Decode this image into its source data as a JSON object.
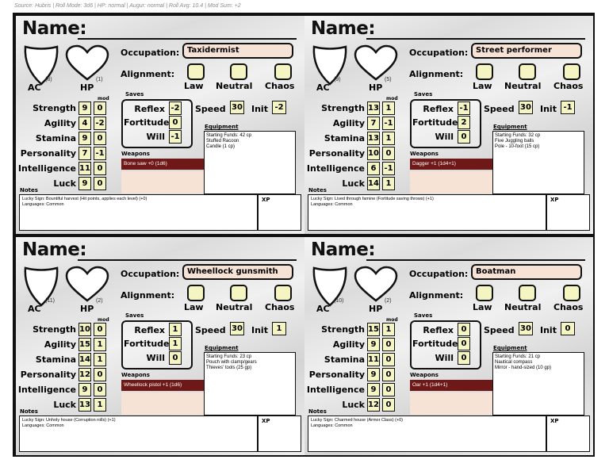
{
  "source_line": "Source: Hubris | Roll Mode: 3d6 | HP: normal | Augur: normal | Roll Avg: 10.4 | Mod Sum: +2",
  "labels": {
    "name": "Name:",
    "ac": "AC",
    "hp": "HP",
    "occupation": "Occupation:",
    "alignment": "Alignment:",
    "law": "Law",
    "neutral": "Neutral",
    "chaos": "Chaos",
    "saves": "Saves",
    "mod": "mod",
    "strength": "Strength",
    "agility": "Agility",
    "stamina": "Stamina",
    "personality": "Personality",
    "intelligence": "Intelligence",
    "luck": "Luck",
    "reflex": "Reflex",
    "fortitude": "Fortitude",
    "will": "Will",
    "speed": "Speed",
    "init": "Init",
    "equipment": "Equipment",
    "weapons": "Weapons",
    "notes": "Notes",
    "xp": "XP"
  },
  "cards": [
    {
      "ac": "(8)",
      "hp": "(1)",
      "occupation": "Taxidermist",
      "stats": {
        "strength": [
          "9",
          "0"
        ],
        "agility": [
          "4",
          "-2"
        ],
        "stamina": [
          "9",
          "0"
        ],
        "personality": [
          "7",
          "-1"
        ],
        "intelligence": [
          "11",
          "0"
        ],
        "luck": [
          "9",
          "0"
        ]
      },
      "saves": {
        "reflex": "-2",
        "fortitude": "0",
        "will": "-1"
      },
      "speed": "30",
      "init": "-2",
      "equipment": [
        "Starting Funds: 42 cp",
        "Stuffed Racoon",
        "Candle (1 cp)"
      ],
      "weapon": "Bone saw  +0 (1d6)",
      "notes": [
        "Lucky Sign: Bountiful harvest (Hit points, applies each level) (+0)",
        "Languages: Common"
      ]
    },
    {
      "ac": "(9)",
      "hp": "(5)",
      "occupation": "Street performer",
      "stats": {
        "strength": [
          "13",
          "1"
        ],
        "agility": [
          "7",
          "-1"
        ],
        "stamina": [
          "13",
          "1"
        ],
        "personality": [
          "10",
          "0"
        ],
        "intelligence": [
          "6",
          "-1"
        ],
        "luck": [
          "14",
          "1"
        ]
      },
      "saves": {
        "reflex": "-1",
        "fortitude": "2",
        "will": "0"
      },
      "speed": "30",
      "init": "-1",
      "equipment": [
        "Starting Funds: 32 cp",
        "Five Juggling balls",
        "Pole - 10-foot (15 cp)"
      ],
      "weapon": "Dagger +1 (1d4+1)",
      "notes": [
        "Lucky Sign: Lived through famine (Fortitude saving throws) (+1)",
        "Languages: Common"
      ]
    },
    {
      "ac": "(11)",
      "hp": "(2)",
      "occupation": "Wheellock gunsmith",
      "stats": {
        "strength": [
          "10",
          "0"
        ],
        "agility": [
          "15",
          "1"
        ],
        "stamina": [
          "14",
          "1"
        ],
        "personality": [
          "12",
          "0"
        ],
        "intelligence": [
          "9",
          "0"
        ],
        "luck": [
          "13",
          "1"
        ]
      },
      "saves": {
        "reflex": "1",
        "fortitude": "1",
        "will": "0"
      },
      "speed": "30",
      "init": "1",
      "equipment": [
        "Starting Funds: 23 cp",
        "Pouch with clamp/gears",
        "Thieves' tools (25 gp)"
      ],
      "weapon": "Wheellock pistol  +1 (1d6)",
      "notes": [
        "Lucky Sign: Unholy house (Corruption rolls) (+1)",
        "Languages: Common"
      ]
    },
    {
      "ac": "(10)",
      "hp": "(2)",
      "occupation": "Boatman",
      "stats": {
        "strength": [
          "15",
          "1"
        ],
        "agility": [
          "9",
          "0"
        ],
        "stamina": [
          "11",
          "0"
        ],
        "personality": [
          "9",
          "0"
        ],
        "intelligence": [
          "9",
          "0"
        ],
        "luck": [
          "12",
          "0"
        ]
      },
      "saves": {
        "reflex": "0",
        "fortitude": "0",
        "will": "0"
      },
      "speed": "30",
      "init": "0",
      "equipment": [
        "Starting Funds: 21 cp",
        "Nautical compass",
        "Mirror - hand-sized (10 gp)"
      ],
      "weapon": "Oar  +1 (1d4+1)",
      "notes": [
        "Lucky Sign: Charmed house (Armor Class) (+0)",
        "Languages: Common"
      ]
    }
  ]
}
